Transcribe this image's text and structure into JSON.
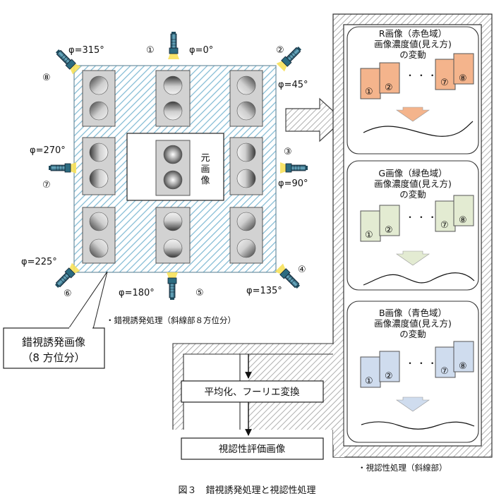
{
  "angles": [
    "φ=0°",
    "φ=45°",
    "φ=90°",
    "φ=135°",
    "φ=180°",
    "φ=225°",
    "φ=270°",
    "φ=315°"
  ],
  "angle_numbers": [
    "①",
    "②",
    "③",
    "④",
    "⑤",
    "⑥",
    "⑦",
    "⑧"
  ],
  "original_image_label": "元画像",
  "illusion_image_label": [
    "錯視誘発画像",
    "（8 方位分）"
  ],
  "illusion_processing_note": "・錯視誘発処理（斜線部８方位分）",
  "channels": [
    {
      "title": "R画像（赤色域）",
      "line2": "画像濃度値(見え方)",
      "line3": "の変動",
      "color": "#f4b48c"
    },
    {
      "title": "G画像（緑色域）",
      "line2": "画像濃度値(見え方)",
      "line3": "の変動",
      "color": "#e3ebd2"
    },
    {
      "title": "B画像（青色域）",
      "line2": "画像濃度値(見え方)",
      "line3": "の変動",
      "color": "#cfdcee"
    }
  ],
  "stack_numbers": [
    "①",
    "②",
    "⑦",
    "⑧"
  ],
  "ellipsis": "・ ・ ・",
  "process_box": "平均化、フーリエ変換",
  "result_box": "視認性評価画像",
  "visibility_processing_note": "・視認性処理（斜線部）",
  "caption": "図３　錯視誘発処理と視認性処理"
}
